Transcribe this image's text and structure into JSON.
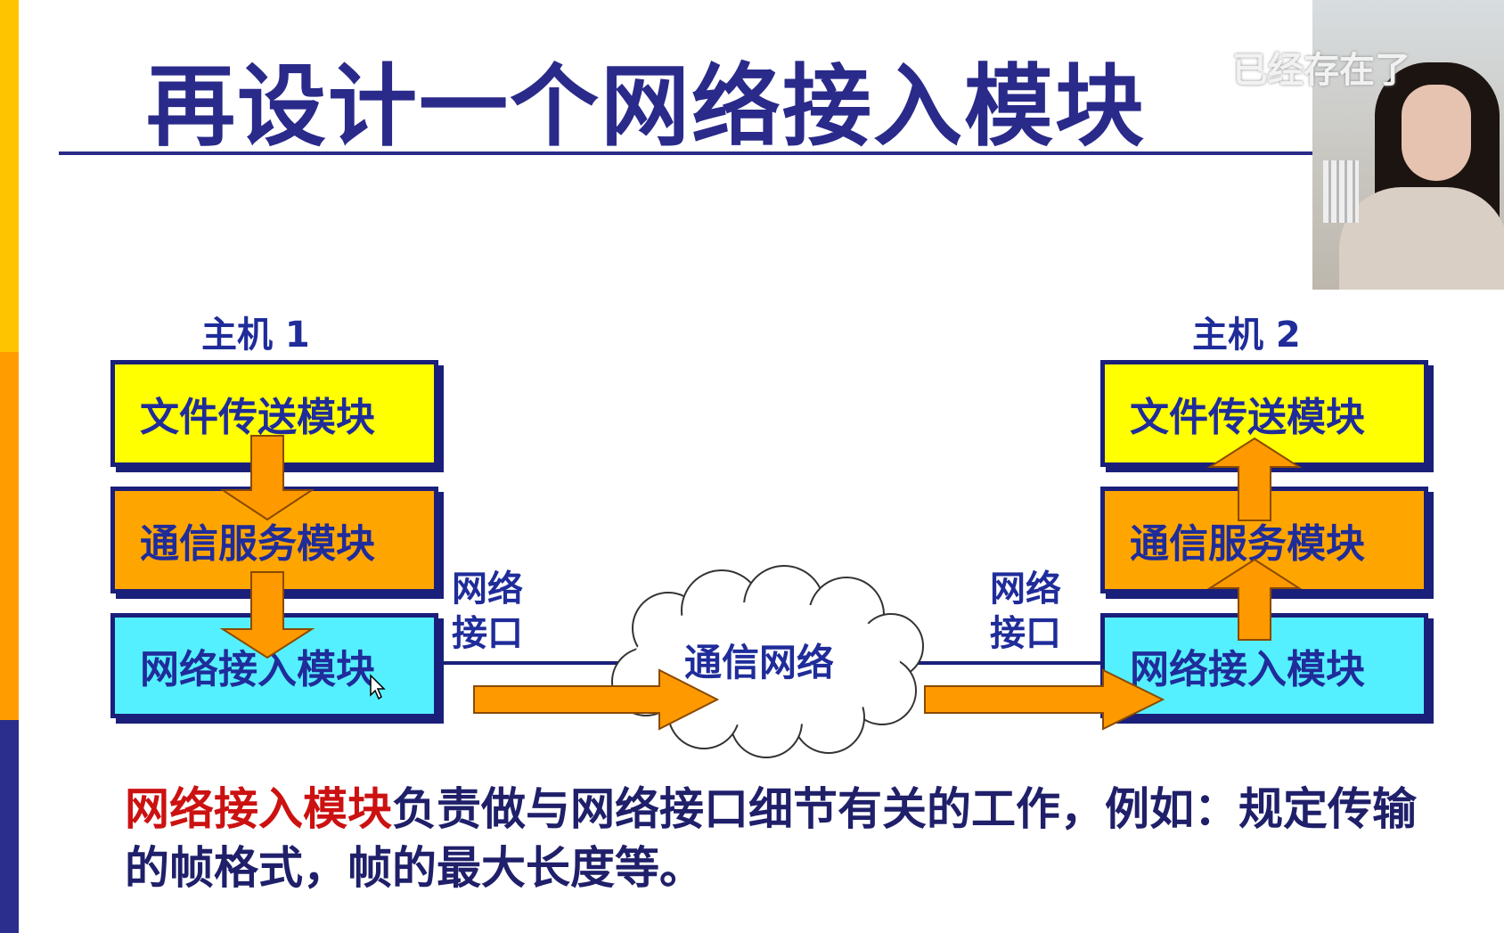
{
  "title": "再设计一个网络接入模块",
  "host1": {
    "label": "主机 1",
    "modules": [
      "文件传送模块",
      "通信服务模块",
      "网络接入模块"
    ]
  },
  "host2": {
    "label": "主机 2",
    "modules": [
      "文件传送模块",
      "通信服务模块",
      "网络接入模块"
    ]
  },
  "interface_left": [
    "网络",
    "接口"
  ],
  "interface_right": [
    "网络",
    "接口"
  ],
  "network_label": "通信网络",
  "caption": {
    "highlight": "网络接入模块",
    "rest": "负责做与网络接口细节有关的工作，例如：规定传输的帧格式，帧的最大长度等。"
  },
  "webcam_overlay_text": "已经存在了",
  "colors": {
    "title": "#2a2a8a",
    "module_top": "#ffff00",
    "module_mid": "#ffa500",
    "module_bottom": "#55f0ff",
    "arrow": "#ff9900",
    "highlight": "#cc1111"
  }
}
